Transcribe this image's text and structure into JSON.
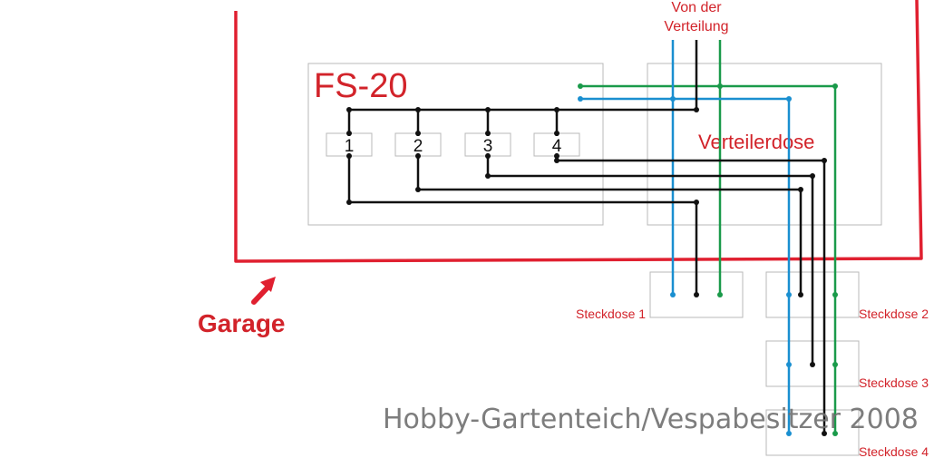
{
  "labels": {
    "supply_line1": "Von der",
    "supply_line2": "Verteilung",
    "module": "FS-20",
    "junction_box": "Verteilerdose",
    "garage": "Garage",
    "watermark": "Hobby-Gartenteich/Vespabesitzer 2008"
  },
  "channels": [
    "1",
    "2",
    "3",
    "4"
  ],
  "outlets": [
    "Steckdose 1",
    "Steckdose 2",
    "Steckdose 3",
    "Steckdose 4"
  ],
  "colors": {
    "garage_wall": "#e02030",
    "label_red": "#d2232a",
    "neutral_wire": "#1a8fd0",
    "phase_wire": "#111111",
    "earth_wire": "#1a9a4a",
    "box_outline": "#b8b8b8"
  }
}
